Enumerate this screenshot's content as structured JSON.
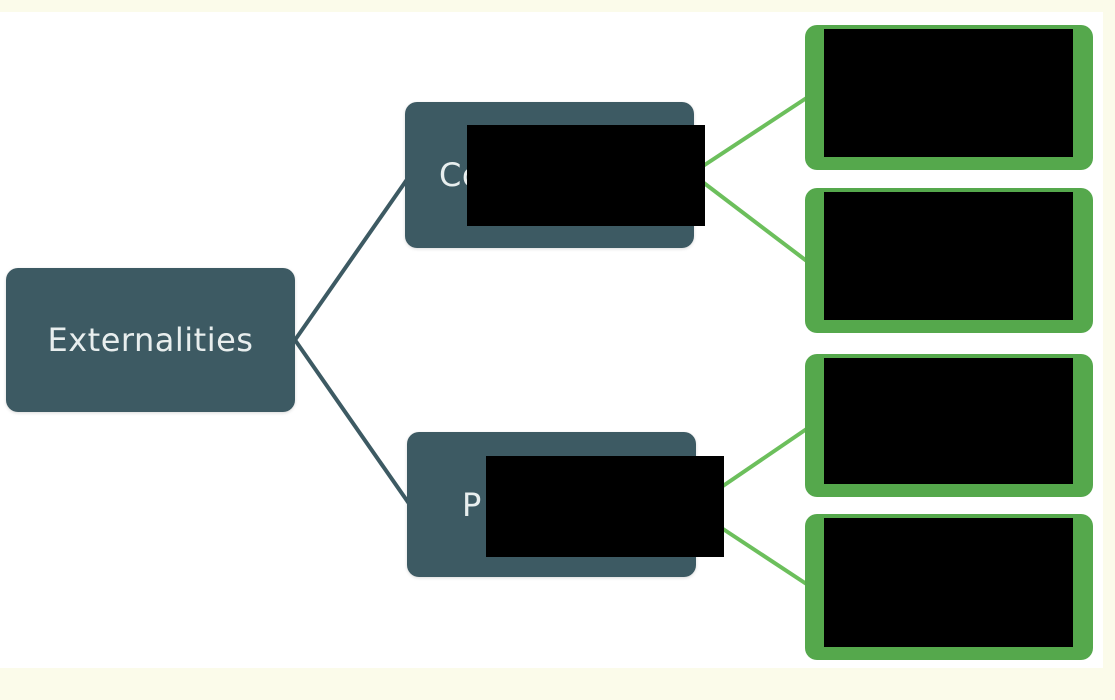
{
  "diagram": {
    "root": {
      "label": "Externalities"
    },
    "branches": [
      {
        "label": "Co"
      },
      {
        "label": "P"
      }
    ],
    "leaves": [
      {
        "label": ""
      },
      {
        "label": ""
      },
      {
        "label": ""
      },
      {
        "label": ""
      }
    ]
  },
  "colors": {
    "node_fill": "#3d5a63",
    "node_text": "#e8eeee",
    "connector_dark": "#3d5a63",
    "connector_green": "#6cbf5c",
    "leaf_border": "#55a84c",
    "redaction": "#000000",
    "background": "#fbfbea"
  }
}
